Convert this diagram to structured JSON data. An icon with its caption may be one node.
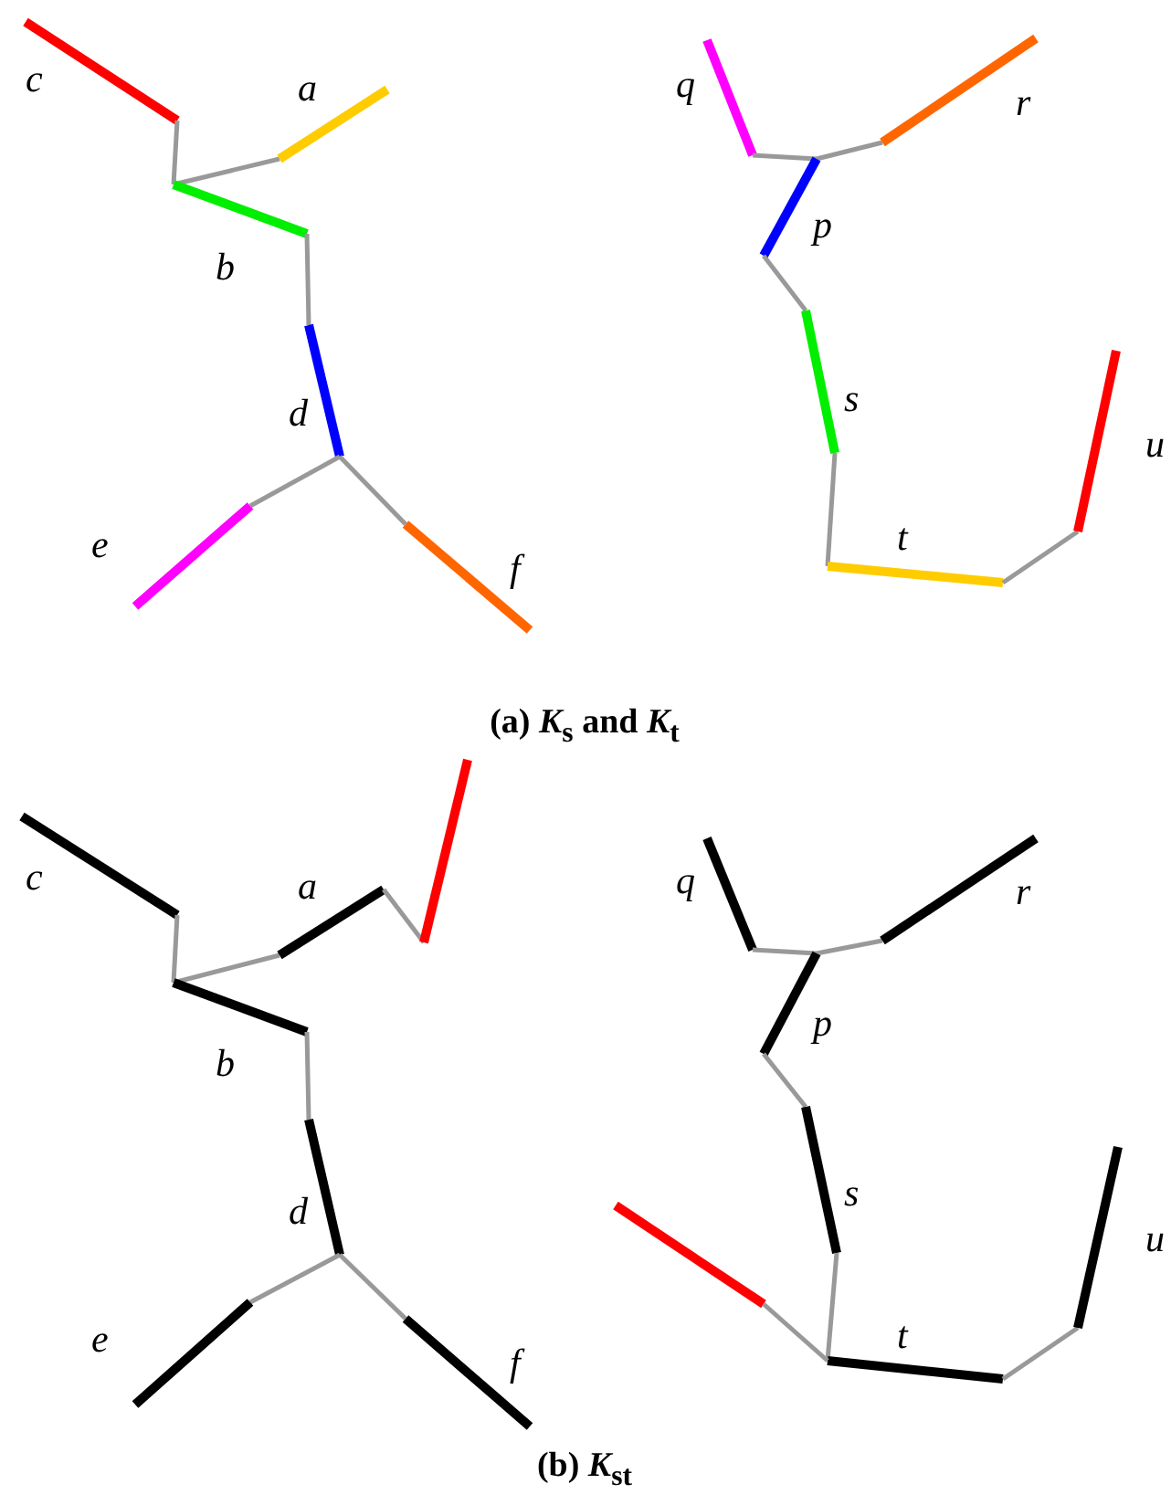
{
  "diagram": {
    "labels": [
      "c",
      "a",
      "q",
      "r",
      "b",
      "p",
      "d",
      "s",
      "u",
      "e",
      "t",
      "f",
      "(a) *K*$_{s}$ and *K*$_{t}$",
      "c",
      "a",
      "q",
      "r",
      "b",
      "p",
      "d",
      "s",
      "u",
      "e",
      "t",
      "f",
      "(b) *K*$_{st}$"
    ]
  }
}
